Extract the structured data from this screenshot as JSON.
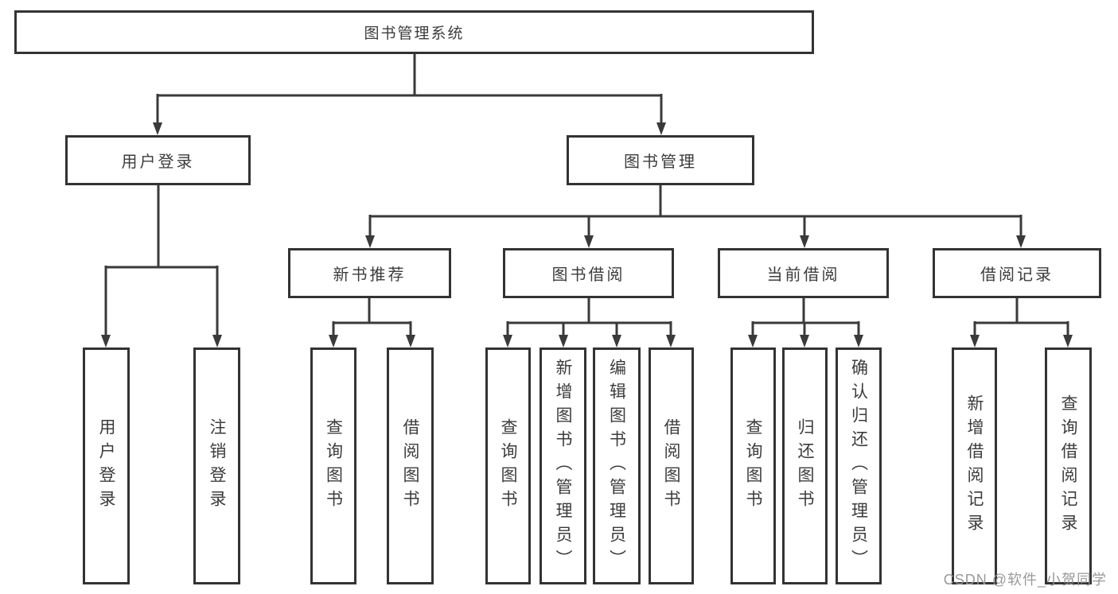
{
  "diagram_title": "图书管理系统",
  "nodes": {
    "root": "图书管理系统",
    "user_login": "用户登录",
    "book_management": "图书管理",
    "new_book_recommend": "新书推荐",
    "book_borrow": "图书借阅",
    "current_borrow": "当前借阅",
    "borrow_record": "借阅记录",
    "ul_user_login": "用户登录",
    "ul_logout": "注销登录",
    "nb_query_book": "查询图书",
    "nb_borrow_book": "借阅图书",
    "bb_query_book": "查询图书",
    "bb_add_book": "新增图书（管理员）",
    "bb_edit_book": "编辑图书（管理员）",
    "bb_borrow_book": "借阅图书",
    "cb_query_book": "查询图书",
    "cb_return_book": "归还图书",
    "cb_confirm_return": "确认归还（管理员）",
    "br_add_record": "新增借阅记录",
    "br_query_record": "查询借阅记录"
  },
  "edges": [
    {
      "from": "root",
      "to": "user_login"
    },
    {
      "from": "root",
      "to": "book_management"
    },
    {
      "from": "user_login",
      "to": "ul_user_login"
    },
    {
      "from": "user_login",
      "to": "ul_logout"
    },
    {
      "from": "book_management",
      "to": "new_book_recommend"
    },
    {
      "from": "book_management",
      "to": "book_borrow"
    },
    {
      "from": "book_management",
      "to": "current_borrow"
    },
    {
      "from": "book_management",
      "to": "borrow_record"
    },
    {
      "from": "new_book_recommend",
      "to": "nb_query_book"
    },
    {
      "from": "new_book_recommend",
      "to": "nb_borrow_book"
    },
    {
      "from": "book_borrow",
      "to": "bb_query_book"
    },
    {
      "from": "book_borrow",
      "to": "bb_add_book"
    },
    {
      "from": "book_borrow",
      "to": "bb_edit_book"
    },
    {
      "from": "book_borrow",
      "to": "bb_borrow_book"
    },
    {
      "from": "current_borrow",
      "to": "cb_query_book"
    },
    {
      "from": "current_borrow",
      "to": "cb_return_book"
    },
    {
      "from": "current_borrow",
      "to": "cb_confirm_return"
    },
    {
      "from": "borrow_record",
      "to": "br_add_record"
    },
    {
      "from": "borrow_record",
      "to": "br_query_record"
    }
  ],
  "colors": {
    "box_border": "#333333",
    "line": "#3a3a3a",
    "text": "#3c3c3c",
    "background": "#ffffff",
    "watermark": "#949494"
  },
  "watermark": "CSDN @软件_小贺同学"
}
